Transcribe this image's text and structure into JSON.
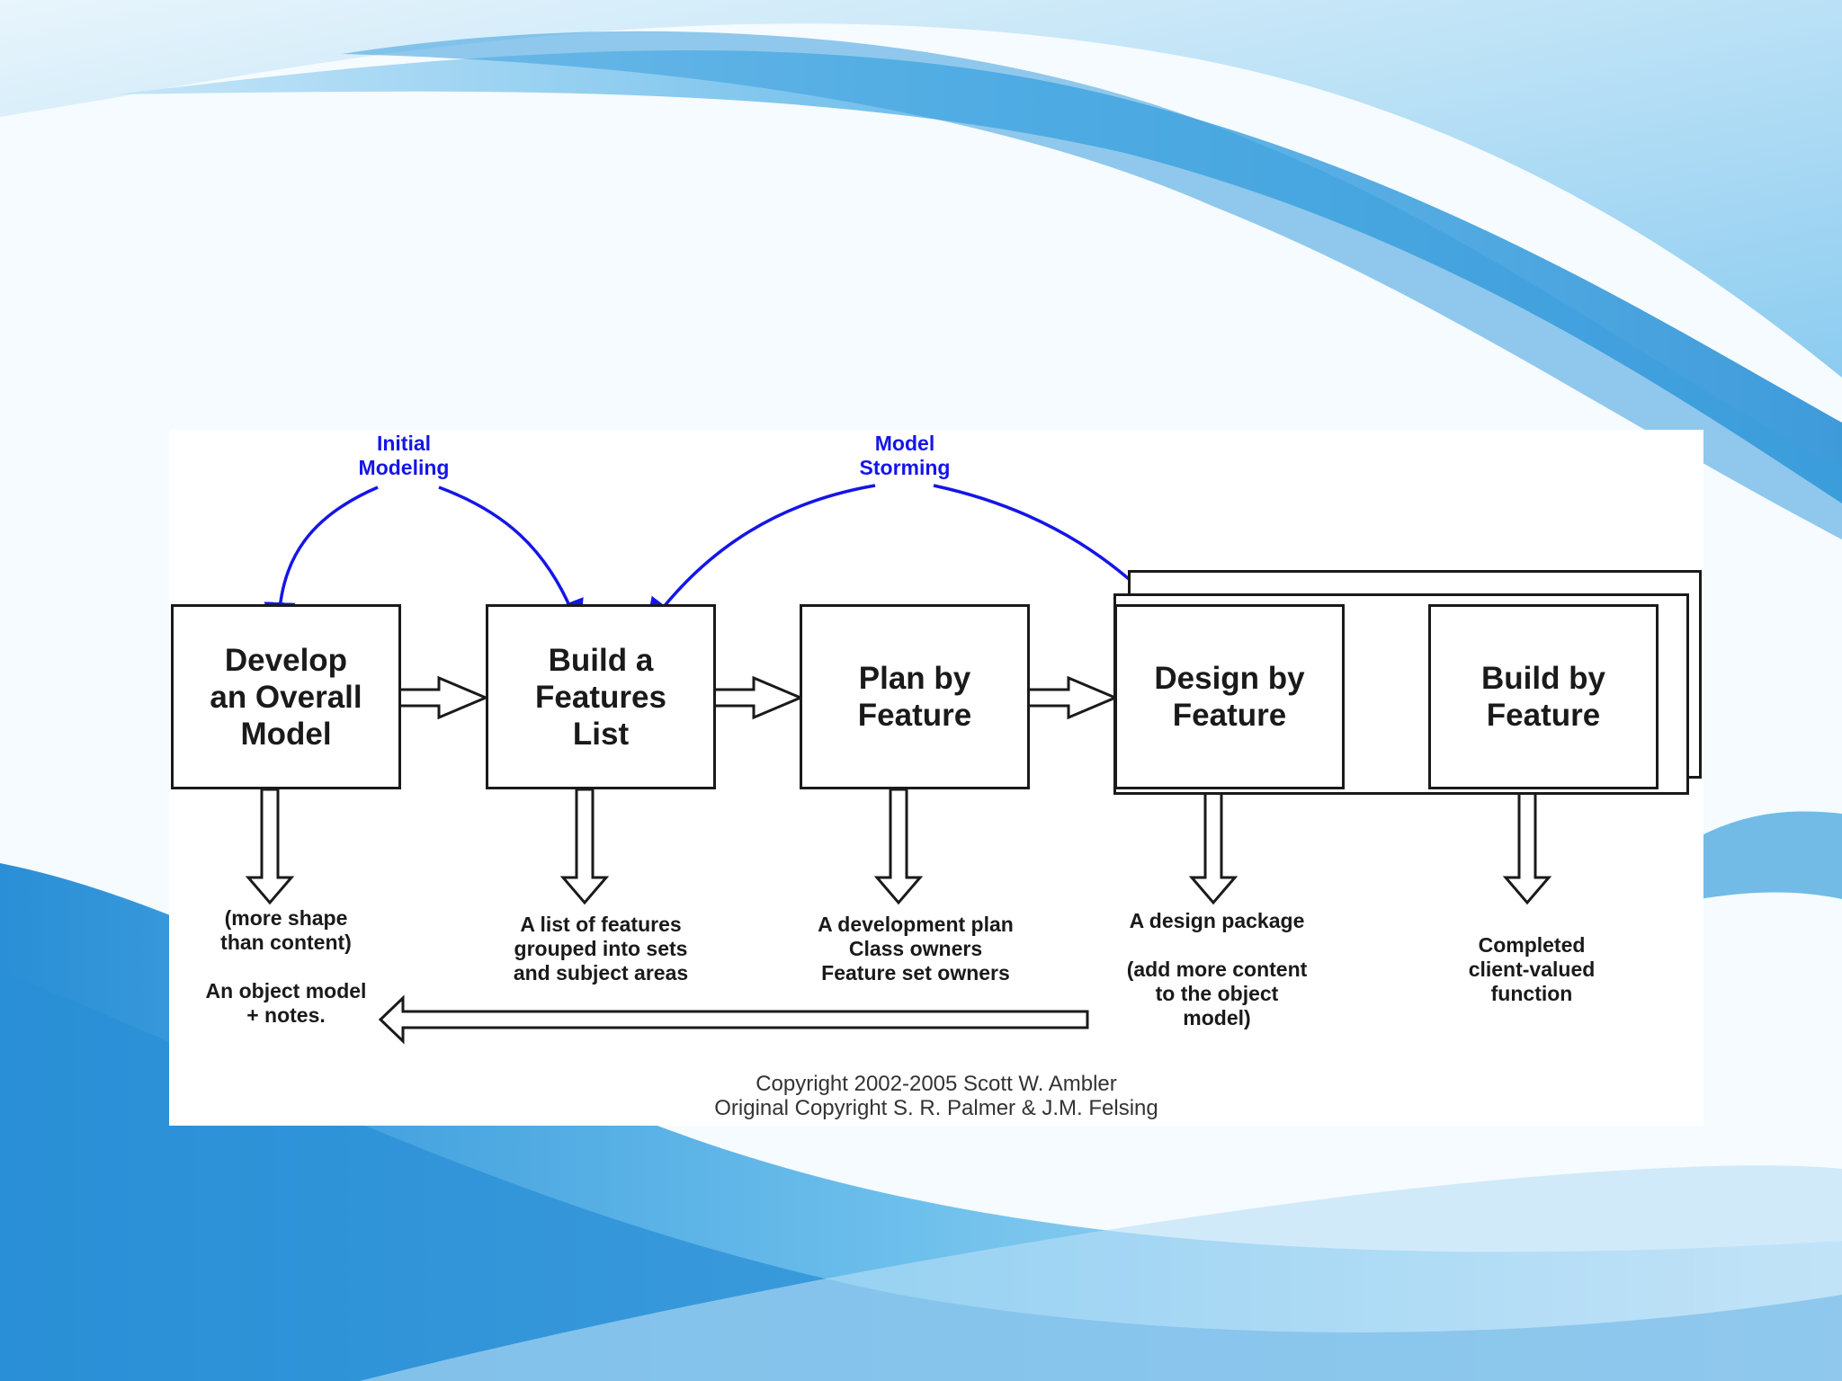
{
  "colors": {
    "accent": "#1515e8",
    "box_border": "#1a1a1a",
    "background_wave": "#3a9fdd"
  },
  "labels": {
    "initial_modeling": "Initial\nModeling",
    "model_storming": "Model\nStorming"
  },
  "processes": [
    {
      "id": "develop",
      "label": "Develop\nan Overall\nModel"
    },
    {
      "id": "build-list",
      "label": "Build a\nFeatures\nList"
    },
    {
      "id": "plan",
      "label": "Plan by\nFeature"
    },
    {
      "id": "design",
      "label": "Design by\nFeature"
    },
    {
      "id": "build",
      "label": "Build by\nFeature"
    }
  ],
  "outputs": {
    "develop": "(more shape\nthan content)\n\nAn object model\n+ notes.",
    "build_list": "A list of features\ngrouped into sets\nand subject areas",
    "plan": "A development plan\nClass owners\nFeature set owners",
    "design": "A design package\n\n(add more content\nto the object\nmodel)",
    "build": "Completed\nclient-valued\nfunction"
  },
  "copyright": {
    "line1": "Copyright 2002-2005 Scott W. Ambler",
    "line2": "Original Copyright S. R. Palmer & J.M. Felsing"
  }
}
